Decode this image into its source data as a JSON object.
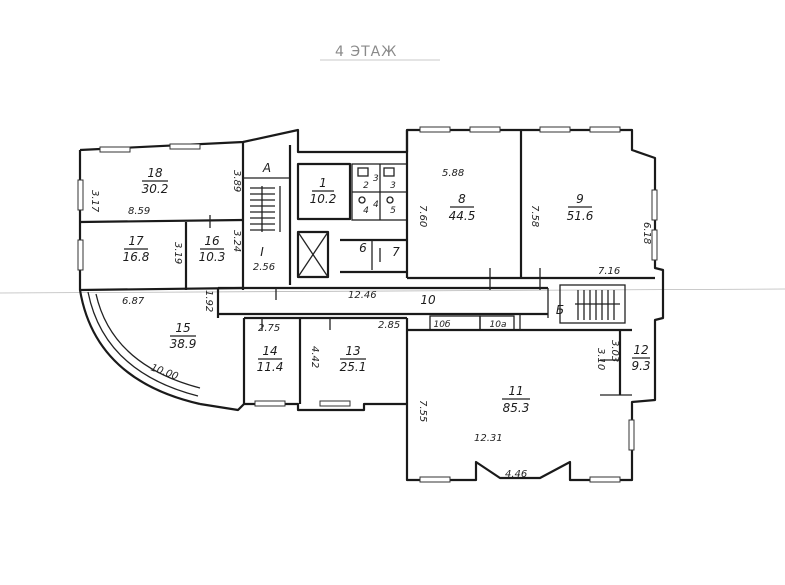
{
  "title": "4 ЭТАЖ",
  "rooms": [
    {
      "id": "r18",
      "num": "18",
      "area": "30.2"
    },
    {
      "id": "r17",
      "num": "17",
      "area": "16.8"
    },
    {
      "id": "r16",
      "num": "16",
      "area": "10.3"
    },
    {
      "id": "r1",
      "num": "1",
      "area": "10.2"
    },
    {
      "id": "r2",
      "num": "2"
    },
    {
      "id": "r3",
      "num": "3"
    },
    {
      "id": "r4",
      "num": "4"
    },
    {
      "id": "r5",
      "num": "5"
    },
    {
      "id": "r6",
      "num": "6"
    },
    {
      "id": "r7",
      "num": "7"
    },
    {
      "id": "r8",
      "num": "8",
      "area": "44.5"
    },
    {
      "id": "r9",
      "num": "9",
      "area": "51.6"
    },
    {
      "id": "r10",
      "num": "10"
    },
    {
      "id": "r10b",
      "num": "10б"
    },
    {
      "id": "r10a",
      "num": "10а"
    },
    {
      "id": "r11",
      "num": "11",
      "area": "85.3"
    },
    {
      "id": "r12",
      "num": "12",
      "area": "9.3"
    },
    {
      "id": "r13",
      "num": "13",
      "area": "25.1"
    },
    {
      "id": "r14",
      "num": "14",
      "area": "11.4"
    },
    {
      "id": "r15",
      "num": "15",
      "area": "38.9"
    },
    {
      "id": "stairA",
      "num": "А"
    },
    {
      "id": "stairB",
      "num": "Б"
    },
    {
      "id": "lift",
      "num": "I",
      "area": "2.56"
    }
  ],
  "dimensions": [
    {
      "id": "d317",
      "text": "3.17"
    },
    {
      "id": "d389",
      "text": "3.89"
    },
    {
      "id": "d859",
      "text": "8.59"
    },
    {
      "id": "d319",
      "text": "3.19"
    },
    {
      "id": "d324",
      "text": "3.24"
    },
    {
      "id": "d687",
      "text": "6.87"
    },
    {
      "id": "d192",
      "text": "1.92"
    },
    {
      "id": "d1246",
      "text": "12.46"
    },
    {
      "id": "d275",
      "text": "2.75"
    },
    {
      "id": "d285",
      "text": "2.85"
    },
    {
      "id": "d442",
      "text": "4.42"
    },
    {
      "id": "d1000",
      "text": "10.00"
    },
    {
      "id": "d588",
      "text": "5.88"
    },
    {
      "id": "d760",
      "text": "7.60"
    },
    {
      "id": "d758",
      "text": "7.58"
    },
    {
      "id": "d618",
      "text": "6.18"
    },
    {
      "id": "d716",
      "text": "7.16"
    },
    {
      "id": "d310",
      "text": "3.10"
    },
    {
      "id": "d303",
      "text": "3.03"
    },
    {
      "id": "d755",
      "text": "7.55"
    },
    {
      "id": "d1231",
      "text": "12.31"
    },
    {
      "id": "d446",
      "text": "4.46"
    },
    {
      "id": "d3",
      "text": "3"
    },
    {
      "id": "d4",
      "text": "4"
    }
  ]
}
